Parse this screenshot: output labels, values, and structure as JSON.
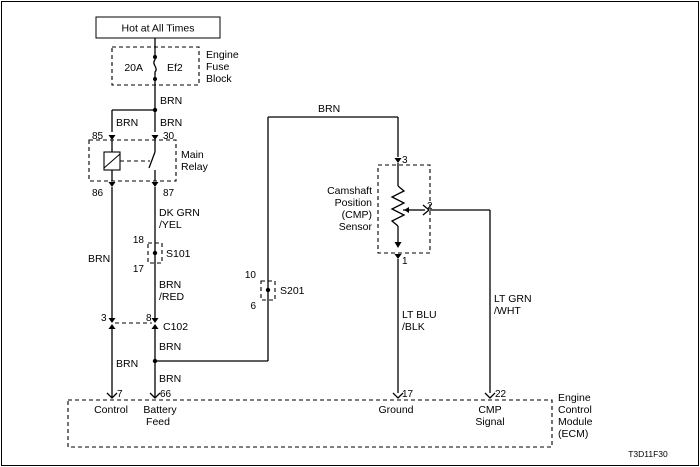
{
  "power": {
    "title": "Hot at All Times"
  },
  "fuse": {
    "block_line1": "Engine",
    "block_line2": "Fuse",
    "block_line3": "Block",
    "rating": "20A",
    "id": "Ef2"
  },
  "relay": {
    "name_line1": "Main",
    "name_line2": "Relay",
    "pin85": "85",
    "pin30": "30",
    "pin86": "86",
    "pin87": "87"
  },
  "wires": {
    "brn": "BRN",
    "dk_grn": "DK GRN",
    "yel": "/YEL",
    "brn2": "BRN",
    "red": "/RED",
    "lt_blu": "LT BLU",
    "blk": "/BLK",
    "lt_grn": "LT GRN",
    "wht": "/WHT"
  },
  "splices": {
    "s101": "S101",
    "s101_top": "18",
    "s101_bot": "17",
    "s201": "S201",
    "s201_top": "10",
    "s201_bot": "6"
  },
  "connector": {
    "name": "C102",
    "pin_left": "3",
    "pin_right": "8"
  },
  "sensor": {
    "line1": "Camshaft",
    "line2": "Position",
    "line3": "(CMP)",
    "line4": "Sensor",
    "pin_top": "3",
    "pin_signal": "2",
    "pin_bottom": "1"
  },
  "ecm": {
    "line1": "Engine",
    "line2": "Control",
    "line3": "Module",
    "line4": "(ECM)",
    "pins": {
      "control": {
        "num": "7",
        "label": "Control"
      },
      "battery": {
        "num": "66",
        "label_line1": "Battery",
        "label_line2": "Feed"
      },
      "ground": {
        "num": "17",
        "label": "Ground"
      },
      "cmp": {
        "num": "22",
        "label_line1": "CMP",
        "label_line2": "Signal"
      }
    }
  },
  "figure_code": "T3D11F30"
}
